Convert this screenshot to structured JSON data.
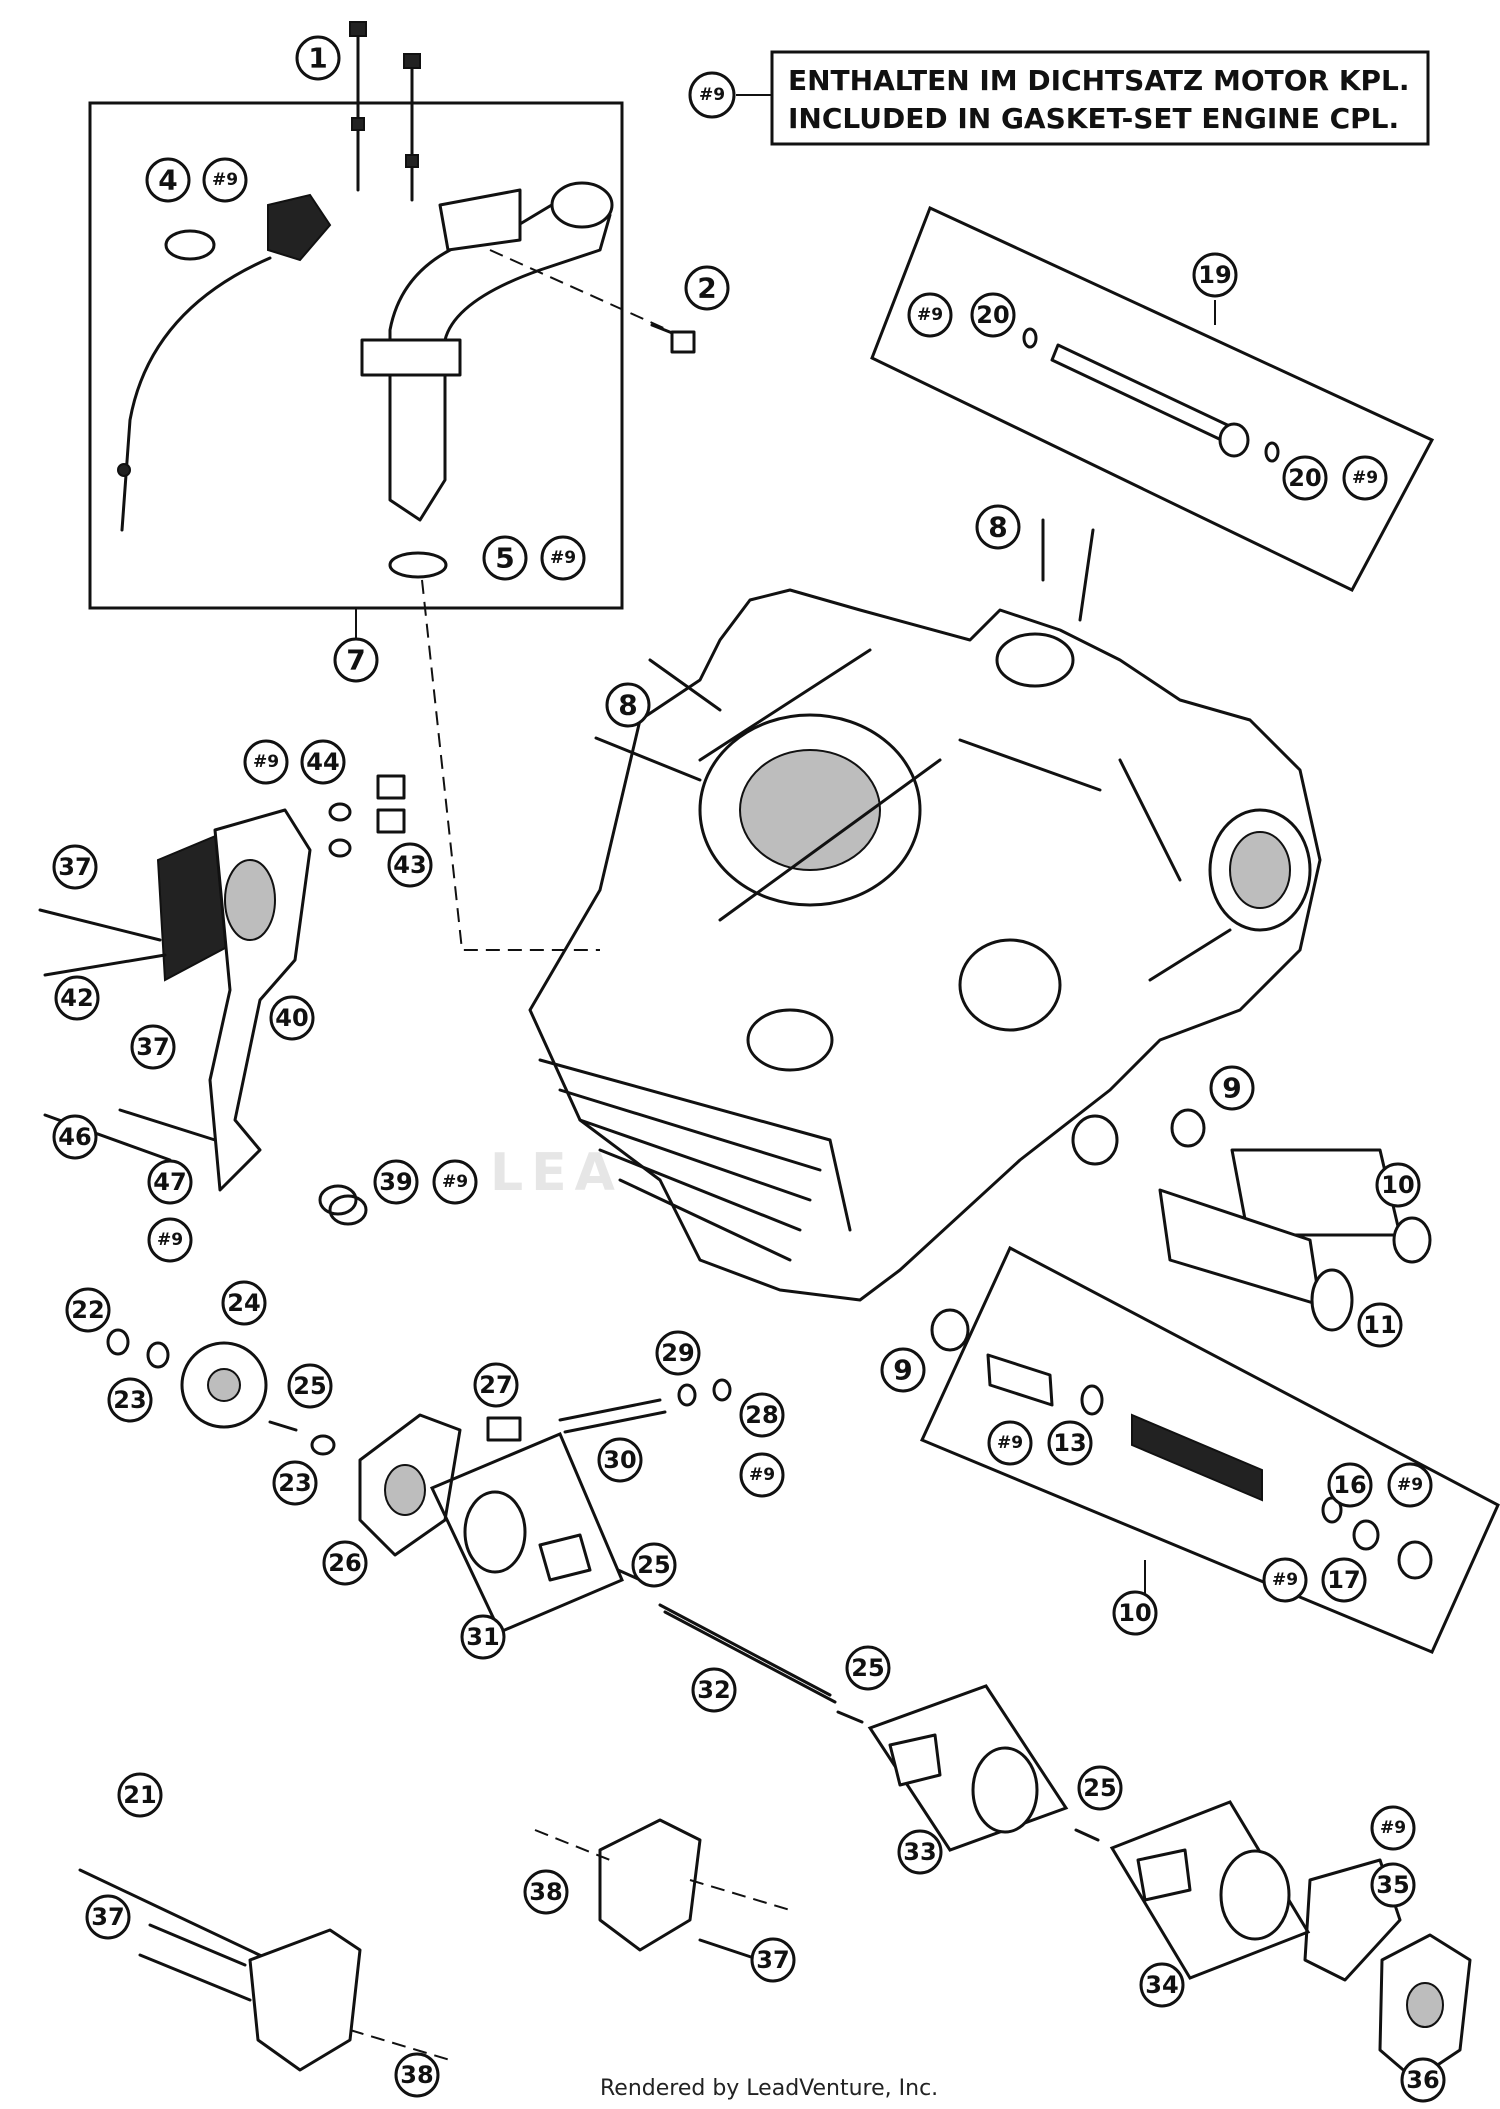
{
  "notice": {
    "ref_label": "#9",
    "line_1": "ENTHALTEN IM DICHTSATZ MOTOR KPL.",
    "line_2": "INCLUDED IN GASKET-SET ENGINE CPL."
  },
  "watermark": "LEA",
  "footer": "Rendered by LeadVenture, Inc.",
  "callouts": [
    {
      "id": "c1",
      "label": "1"
    },
    {
      "id": "c2",
      "label": "2"
    },
    {
      "id": "c4",
      "label": "4"
    },
    {
      "id": "c4g",
      "label": "#9"
    },
    {
      "id": "c5",
      "label": "5"
    },
    {
      "id": "c5g",
      "label": "#9"
    },
    {
      "id": "c7",
      "label": "7"
    },
    {
      "id": "c19",
      "label": "19"
    },
    {
      "id": "c19g",
      "label": "#9"
    },
    {
      "id": "c20a",
      "label": "20"
    },
    {
      "id": "c20b",
      "label": "20"
    },
    {
      "id": "c20g",
      "label": "#9"
    },
    {
      "id": "c8a",
      "label": "8"
    },
    {
      "id": "c8b",
      "label": "8"
    },
    {
      "id": "c44g",
      "label": "#9"
    },
    {
      "id": "c44",
      "label": "44"
    },
    {
      "id": "c43",
      "label": "43"
    },
    {
      "id": "c37a",
      "label": "37"
    },
    {
      "id": "c42",
      "label": "42"
    },
    {
      "id": "c40",
      "label": "40"
    },
    {
      "id": "c37b",
      "label": "37"
    },
    {
      "id": "c46",
      "label": "46"
    },
    {
      "id": "c47",
      "label": "47"
    },
    {
      "id": "c47g",
      "label": "#9"
    },
    {
      "id": "c39",
      "label": "39"
    },
    {
      "id": "c39g",
      "label": "#9"
    },
    {
      "id": "c9a",
      "label": "9"
    },
    {
      "id": "c10a",
      "label": "10"
    },
    {
      "id": "c11",
      "label": "11"
    },
    {
      "id": "c9b",
      "label": "9"
    },
    {
      "id": "c22",
      "label": "22"
    },
    {
      "id": "c24",
      "label": "24"
    },
    {
      "id": "c23a",
      "label": "23"
    },
    {
      "id": "c25a",
      "label": "25"
    },
    {
      "id": "c23b",
      "label": "23"
    },
    {
      "id": "c27",
      "label": "27"
    },
    {
      "id": "c29",
      "label": "29"
    },
    {
      "id": "c28",
      "label": "28"
    },
    {
      "id": "c28g",
      "label": "#9"
    },
    {
      "id": "c30",
      "label": "30"
    },
    {
      "id": "c13g",
      "label": "#9"
    },
    {
      "id": "c13",
      "label": "13"
    },
    {
      "id": "c16",
      "label": "16"
    },
    {
      "id": "c16g",
      "label": "#9"
    },
    {
      "id": "c17g",
      "label": "#9"
    },
    {
      "id": "c17",
      "label": "17"
    },
    {
      "id": "c10b",
      "label": "10"
    },
    {
      "id": "c26",
      "label": "26"
    },
    {
      "id": "c31",
      "label": "31"
    },
    {
      "id": "c25b",
      "label": "25"
    },
    {
      "id": "c32",
      "label": "32"
    },
    {
      "id": "c25c",
      "label": "25"
    },
    {
      "id": "c33",
      "label": "33"
    },
    {
      "id": "c25d",
      "label": "25"
    },
    {
      "id": "c21",
      "label": "21"
    },
    {
      "id": "c37c",
      "label": "37"
    },
    {
      "id": "c38a",
      "label": "38"
    },
    {
      "id": "c38b",
      "label": "38"
    },
    {
      "id": "c37d",
      "label": "37"
    },
    {
      "id": "c34",
      "label": "34"
    },
    {
      "id": "c35g",
      "label": "#9"
    },
    {
      "id": "c35",
      "label": "35"
    },
    {
      "id": "c36",
      "label": "36"
    }
  ]
}
